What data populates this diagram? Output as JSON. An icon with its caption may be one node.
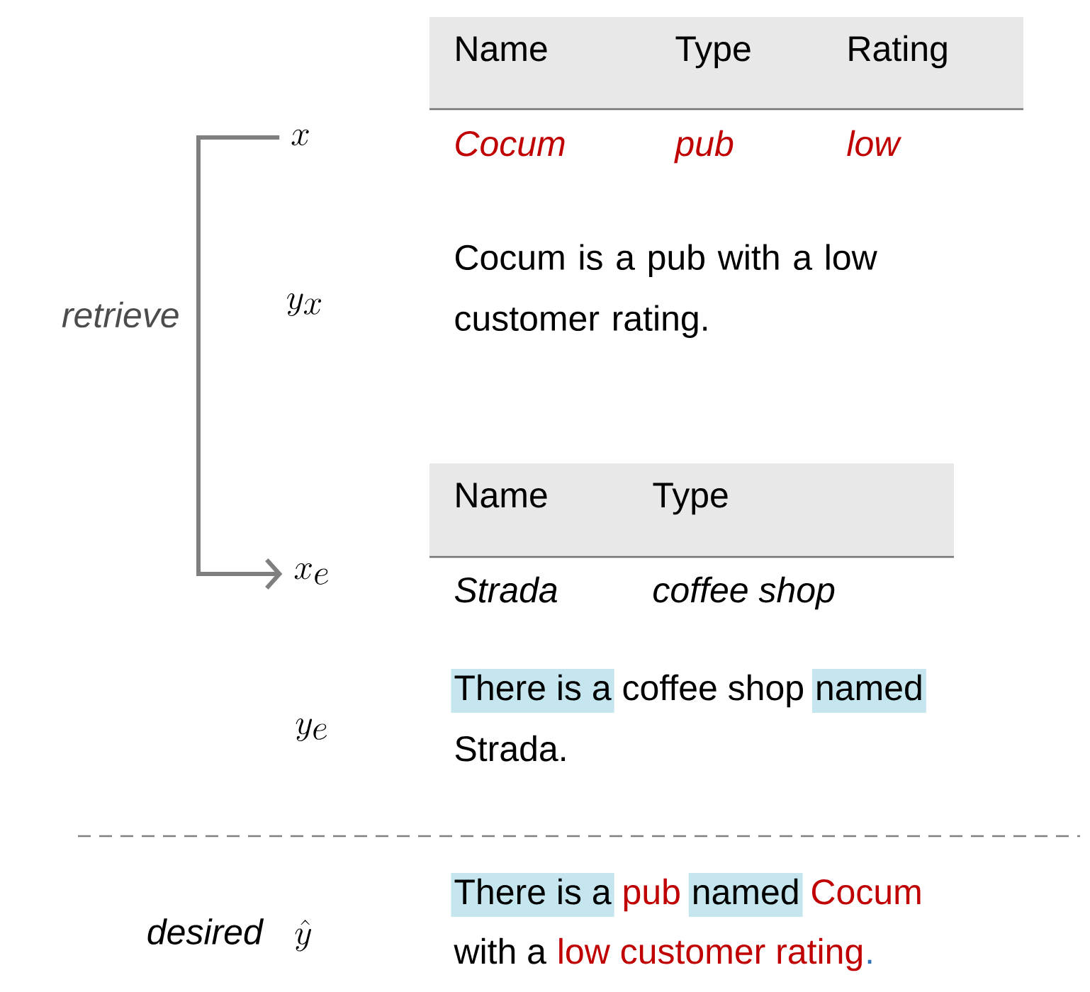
{
  "diagram": {
    "nodes": [
      {
        "text": [
          "x"
        ]
      },
      {
        "text": [
          "y_x"
        ]
      },
      {
        "text": [
          "x_e"
        ]
      },
      {
        "text": [
          "y_e"
        ]
      },
      {
        "text": [
          "\\hat{y}"
        ],
        "beside": [
          "desired"
        ]
      }
    ],
    "edges": [
      {
        "from": 0,
        "to": 2,
        "arrow": "to",
        "label": "retrieve"
      }
    ],
    "labels": [
      "Name",
      "Type",
      "Rating",
      "Cocum",
      "pub",
      "low",
      "Cocum is a pub with a low customer rating.",
      "Name",
      "Type",
      "Strada",
      "coffee shop",
      "There is a",
      "coffee shop",
      "named",
      "Strada.",
      "There is a",
      "pub",
      "named",
      "Cocum",
      "with a",
      "low customer rating",
      "."
    ]
  }
}
